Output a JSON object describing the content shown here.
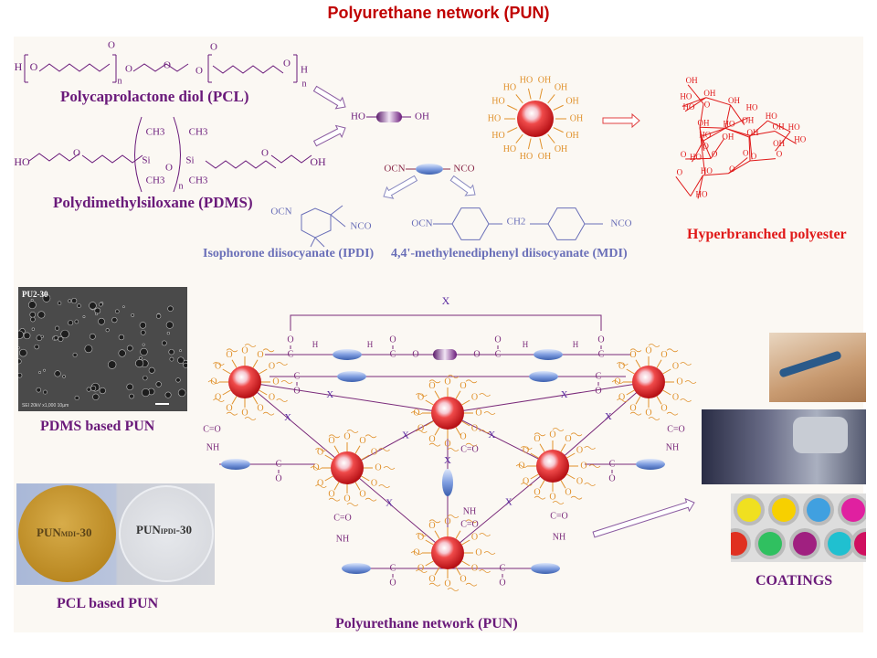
{
  "title": "Polyurethane network (PUN)",
  "colors": {
    "title": "#c00000",
    "label_purple": "#6a1a7a",
    "label_blue": "#6a6fb8",
    "label_red": "#e01818",
    "sphere": "#e41e26",
    "spoke": "#e0902a",
    "link": "#7a2a7a",
    "isocyanate": "#6a8ccc"
  },
  "monomers": {
    "pcl": {
      "label": "Polycaprolactone diol (PCL)",
      "atoms": {
        "h": "H",
        "o": "O",
        "n": "n"
      }
    },
    "pdms": {
      "label": "Polydimethylsiloxane (PDMS)",
      "atoms": {
        "ho": "HO",
        "oh": "OH",
        "si": "Si",
        "ch3": "CH3",
        "o": "O",
        "n": "n"
      }
    },
    "diol": {
      "left": "HO",
      "right": "OH"
    },
    "diisocyanate": {
      "left": "OCN",
      "right": "NCO"
    },
    "ipdi": {
      "label": "Isophorone diisocyanate (IPDI)",
      "left": "OCN",
      "right": "NCO"
    },
    "mdi": {
      "label": "4,4'-methylenediphenyl diisocyanate (MDI)",
      "left": "OCN",
      "middle": "CH2",
      "right": "NCO"
    },
    "core": {
      "group": "OH",
      "group_left": "HO"
    },
    "hbp": {
      "label": "Hyperbranched polyester",
      "groups": [
        "OH",
        "HO",
        "O"
      ]
    }
  },
  "network": {
    "label": "Polyurethane network (PUN)",
    "crosslink": "X",
    "atoms": {
      "o": "O",
      "c": "C",
      "n": "N",
      "h": "H",
      "nh": "NH",
      "co": "C=O"
    }
  },
  "images": {
    "sem": {
      "tag": "PU2-30",
      "caption": "PDMS based PUN",
      "meta": "SEI 20kV  x1,000  10µm"
    },
    "films": {
      "caption": "PCL based PUN",
      "left_disc": "PUN",
      "left_sub": "MDI",
      "left_suffix": "-30",
      "right_disc": "PUN",
      "right_sub": "IPDI",
      "right_suffix": "-30"
    },
    "coatings": {
      "caption": "COATINGS"
    }
  }
}
